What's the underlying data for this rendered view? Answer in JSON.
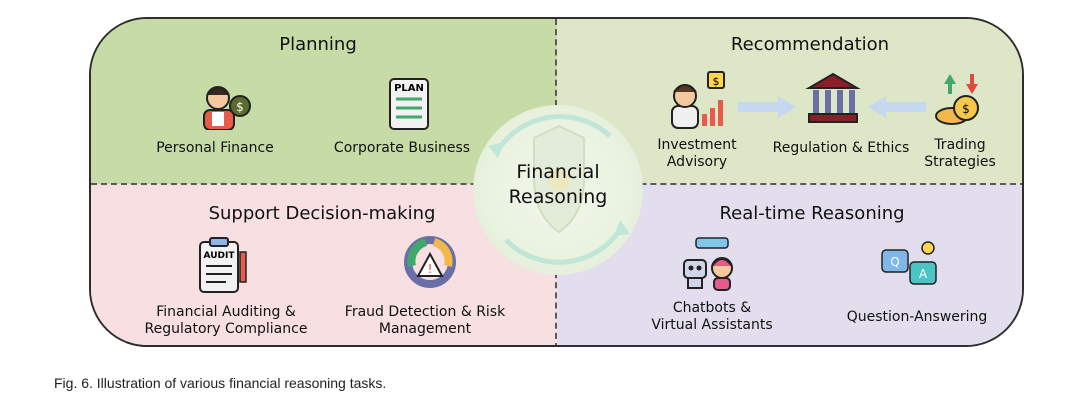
{
  "center": {
    "line1": "Financial",
    "line2": "Reasoning"
  },
  "planning": {
    "title": "Planning",
    "items": [
      "Personal Finance",
      "Corporate Business"
    ],
    "plan_icon_text": "PLAN"
  },
  "recommendation": {
    "title": "Recommendation",
    "items": [
      {
        "line1": "Investment",
        "line2": "Advisory"
      },
      {
        "line1": "Regulation & Ethics",
        "line2": ""
      },
      {
        "line1": "Trading",
        "line2": "Strategies"
      }
    ]
  },
  "support": {
    "title": "Support Decision-making",
    "items": [
      {
        "line1": "Financial Auditing &",
        "line2": "Regulatory Compliance"
      },
      {
        "line1": "Fraud Detection & Risk",
        "line2": "Management"
      }
    ],
    "audit_icon_text": "AUDIT"
  },
  "realtime": {
    "title": "Real-time Reasoning",
    "items": [
      {
        "line1": "Chatbots &",
        "line2": "Virtual Assistants"
      },
      {
        "line1": "Question-Answering",
        "line2": ""
      }
    ],
    "qa_q": "Q",
    "qa_a": "A"
  },
  "icons": {
    "dollar_sign": "$"
  },
  "caption": "Fig. 6. Illustration of various financial reasoning tasks.",
  "colors": {
    "planning_bg": "#c7dba6",
    "recommendation_bg": "#dde7c7",
    "support_bg": "#f7dfe2",
    "realtime_bg": "#e3deed"
  }
}
